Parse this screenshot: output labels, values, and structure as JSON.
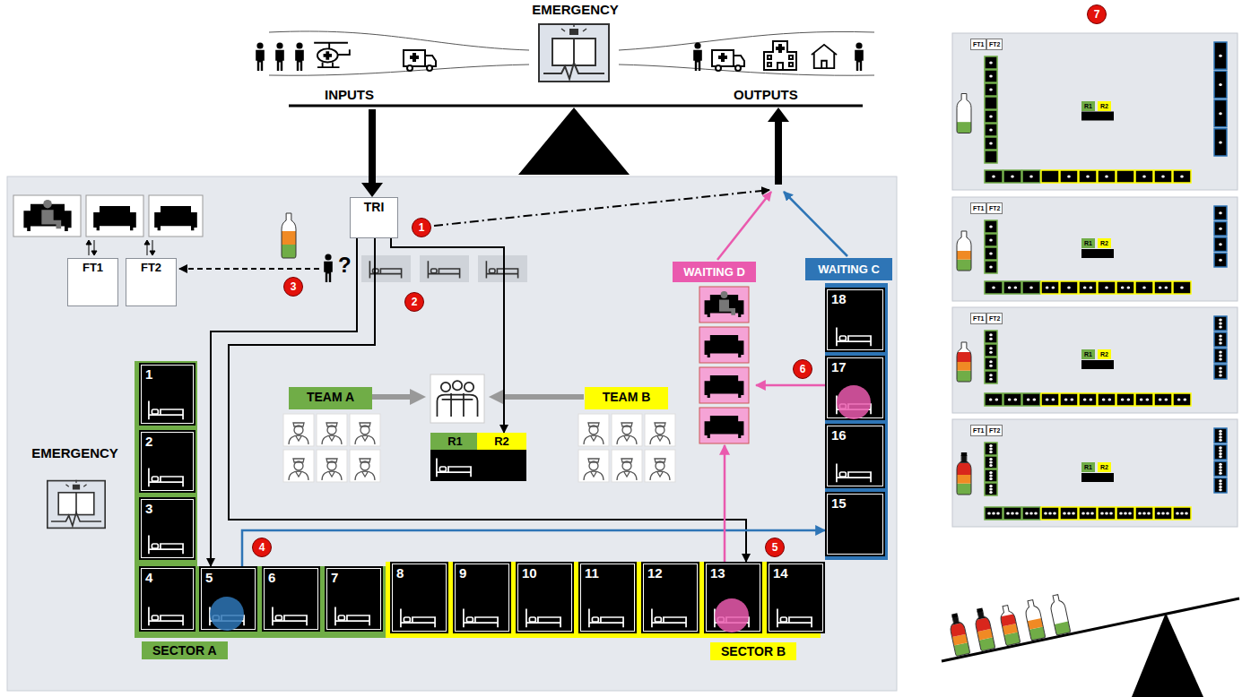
{
  "diagram": {
    "nodes": [
      {
        "text": [
          "EMERGENCY"
        ]
      },
      {
        "text": [
          "TRI"
        ]
      },
      {
        "text": [
          "FT1"
        ]
      },
      {
        "text": [
          "FT2"
        ]
      },
      {
        "text": [
          "SECTOR A"
        ]
      },
      {
        "text": [
          "1"
        ],
        "in": 4
      },
      {
        "text": [
          "2"
        ],
        "in": 4
      },
      {
        "text": [
          "3"
        ],
        "in": 4
      },
      {
        "text": [
          "4"
        ],
        "in": 4
      },
      {
        "text": [
          "5"
        ],
        "in": 4
      },
      {
        "text": [
          "6"
        ],
        "in": 4
      },
      {
        "text": [
          "7"
        ],
        "in": 4
      },
      {
        "text": [
          "SECTOR B"
        ]
      },
      {
        "text": [
          "8"
        ],
        "in": 12
      },
      {
        "text": [
          "9"
        ],
        "in": 12
      },
      {
        "text": [
          "10"
        ],
        "in": 12
      },
      {
        "text": [
          "11"
        ],
        "in": 12
      },
      {
        "text": [
          "12"
        ],
        "in": 12
      },
      {
        "text": [
          "13"
        ],
        "in": 12
      },
      {
        "text": [
          "14"
        ],
        "in": 12
      },
      {
        "text": [
          "WAITING C"
        ]
      },
      {
        "text": [
          "18"
        ],
        "in": 20
      },
      {
        "text": [
          "17"
        ],
        "in": 20
      },
      {
        "text": [
          "16"
        ],
        "in": 20
      },
      {
        "text": [
          "15"
        ],
        "in": 20
      },
      {
        "text": [
          "WAITING D"
        ]
      },
      {
        "text": [
          "TEAM A"
        ]
      },
      {
        "text": [
          "TEAM B"
        ]
      },
      {
        "text": [
          "R1"
        ]
      },
      {
        "text": [
          "R2"
        ]
      },
      {
        "text": [
          "EMERGENCY"
        ]
      }
    ],
    "edges": [
      {
        "from": 1,
        "to": 9,
        "arrow": "to"
      },
      {
        "from": 1,
        "to": 18,
        "arrow": "to"
      },
      {
        "from": 1,
        "to": 29,
        "arrow": "to"
      },
      {
        "from": 9,
        "to": 24,
        "arrow": "to"
      },
      {
        "from": 18,
        "to": 25,
        "arrow": "to"
      },
      {
        "from": 22,
        "to": 25,
        "arrow": "to"
      }
    ],
    "labels": [
      "INPUTS",
      "OUTPUTS",
      "1",
      "2",
      "3",
      "?",
      "4",
      "5",
      "6",
      "7",
      "FT1",
      "FT2",
      "R1",
      "R2",
      "FT1",
      "FT2",
      "R1",
      "R2",
      "FT1",
      "FT2",
      "R1",
      "R2",
      "FT1",
      "FT2",
      "R1",
      "R2"
    ]
  }
}
